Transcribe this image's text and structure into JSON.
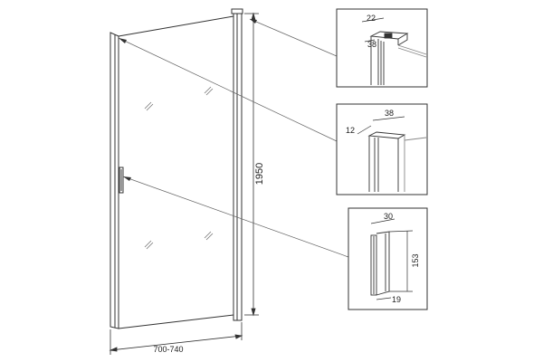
{
  "diagram": {
    "main_height_label": "1950",
    "main_width_label": "700-740",
    "detail_top": {
      "label_a": "22",
      "label_b": "38"
    },
    "detail_middle": {
      "label_a": "12",
      "label_b": "38"
    },
    "detail_bottom": {
      "label_a": "30",
      "label_b": "153",
      "label_c": "19"
    }
  },
  "colors": {
    "line": "#333333",
    "light_line": "#888888",
    "box_fill": "#ffffff"
  }
}
